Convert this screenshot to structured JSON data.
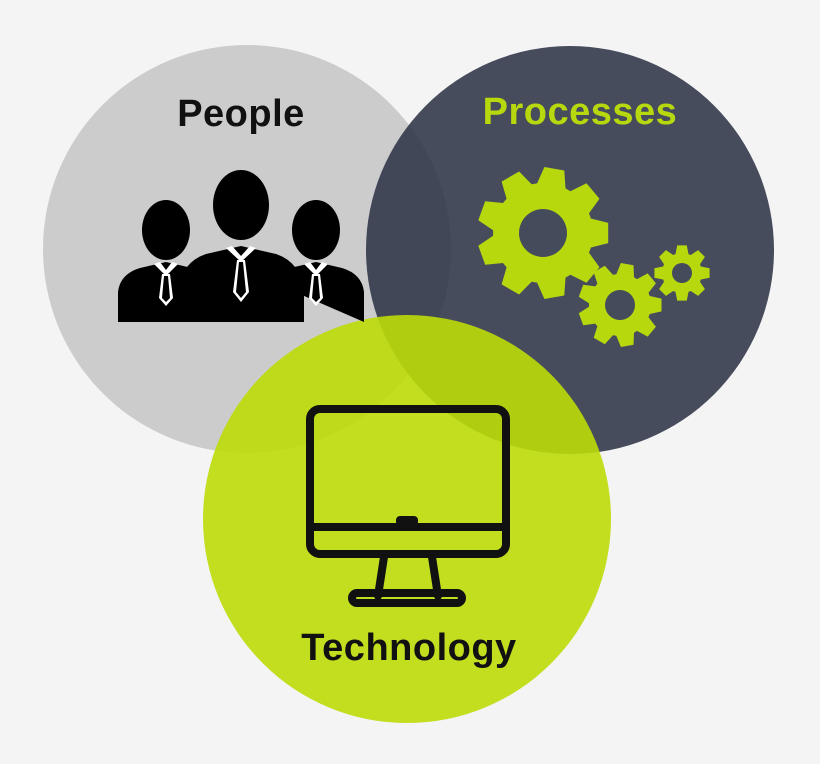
{
  "diagram": {
    "people": {
      "label": "People",
      "icon": "people-icon",
      "label_color": "#111111",
      "fill": "#cccccc"
    },
    "processes": {
      "label": "Processes",
      "icon": "gears-icon",
      "label_color": "#b8d80e",
      "fill": "#444b5b"
    },
    "technology": {
      "label": "Technology",
      "icon": "monitor-icon",
      "label_color": "#111111",
      "fill": "#bcd80e"
    },
    "background": "#f4f4f4"
  }
}
